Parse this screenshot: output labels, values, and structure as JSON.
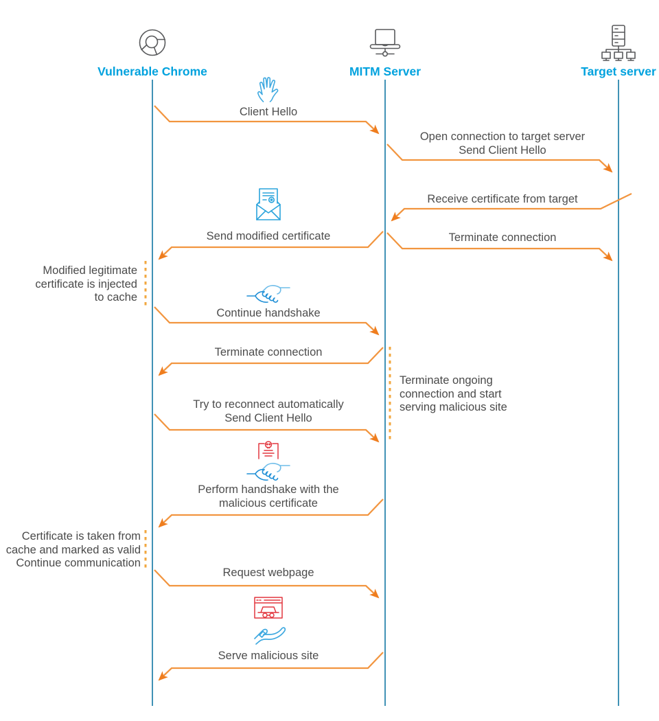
{
  "actors": {
    "chrome": {
      "label": "Vulnerable Chrome",
      "icon": "chrome-browser-icon"
    },
    "mitm": {
      "label": "MITM Server",
      "icon": "laptop-network-icon"
    },
    "target": {
      "label": "Target server",
      "icon": "server-network-icon"
    }
  },
  "messages": {
    "client_hello": {
      "text": "Client Hello",
      "from": "Vulnerable Chrome",
      "to": "MITM Server",
      "icon": "waving-hand-icon"
    },
    "open_connection": {
      "line1": "Open connection to target server",
      "line2": "Send Client Hello",
      "from": "MITM Server",
      "to": "Target server"
    },
    "receive_certificate": {
      "text": "Receive certificate from target",
      "from": "Target server",
      "to": "MITM Server"
    },
    "send_modified_certificate": {
      "text": "Send modified certificate",
      "from": "MITM Server",
      "to": "Vulnerable Chrome",
      "icon": "modified-certificate-envelope-icon"
    },
    "terminate_connection_target": {
      "text": "Terminate connection",
      "from": "MITM Server",
      "to": "Target server"
    },
    "continue_handshake": {
      "text": "Continue handshake",
      "from": "Vulnerable Chrome",
      "to": "MITM Server",
      "icon": "handshake-icon"
    },
    "terminate_connection_chrome": {
      "text": "Terminate connection",
      "from": "MITM Server",
      "to": "Vulnerable Chrome"
    },
    "try_reconnect": {
      "line1": "Try to reconnect automatically",
      "line2": "Send Client Hello",
      "from": "Vulnerable Chrome",
      "to": "MITM Server"
    },
    "perform_handshake": {
      "line1": "Perform handshake with the",
      "line2": "malicious certificate",
      "from": "MITM Server",
      "to": "Vulnerable Chrome",
      "icon": "malicious-certificate-handshake-icon"
    },
    "request_webpage": {
      "text": "Request webpage",
      "from": "Vulnerable Chrome",
      "to": "MITM Server"
    },
    "serve_malicious_site": {
      "text": "Serve malicious site",
      "from": "MITM Server",
      "to": "Vulnerable Chrome",
      "icon": "malicious-site-hand-icon"
    }
  },
  "notes": {
    "cache_injection": {
      "line1": "Modified legitimate",
      "line2": "certificate is injected",
      "line3": "to cache",
      "attached_to": "Vulnerable Chrome"
    },
    "serve_switch": {
      "line1": "Terminate ongoing",
      "line2": "connection and start",
      "line3": "serving malicious site",
      "attached_to": "MITM Server"
    },
    "cache_trust": {
      "line1": "Certificate is taken from",
      "line2": "cache and marked as valid",
      "line3": "Continue communication",
      "attached_to": "Vulnerable Chrome"
    }
  },
  "colors": {
    "arrow": "#F2953F",
    "arrowhead": "#EF7D1E",
    "lifeline": "#2B86AD",
    "note_dash": "#F2A73F",
    "actor_label": "#00A2DE",
    "message_text": "#4D4D4D",
    "icon_blue": "#3FA9E0",
    "icon_dark_blue": "#1F8FD6",
    "icon_red": "#E2373F",
    "icon_gray": "#58595B"
  }
}
